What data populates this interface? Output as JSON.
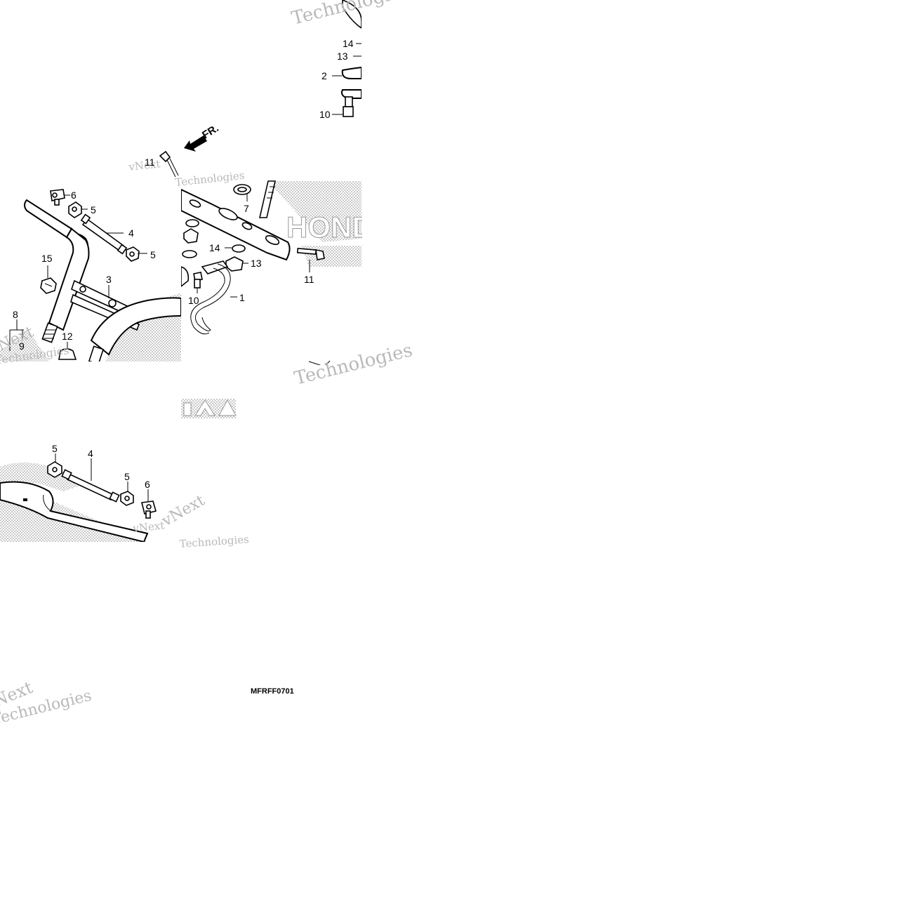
{
  "diagram": {
    "direction_label": "FR.",
    "diagram_code": "MFRFF0701",
    "brand_mark": "HONDA",
    "watermarks": [
      "vNext",
      "Technologies"
    ],
    "callouts": {
      "p1": "1",
      "p2": "2",
      "p3": "3",
      "p4": "4",
      "p5": "5",
      "p6": "6",
      "p7": "7",
      "p8": "8",
      "p9": "9",
      "p10": "10",
      "p11": "11",
      "p12": "12",
      "p13": "13",
      "p14": "14",
      "p15": "15"
    }
  }
}
